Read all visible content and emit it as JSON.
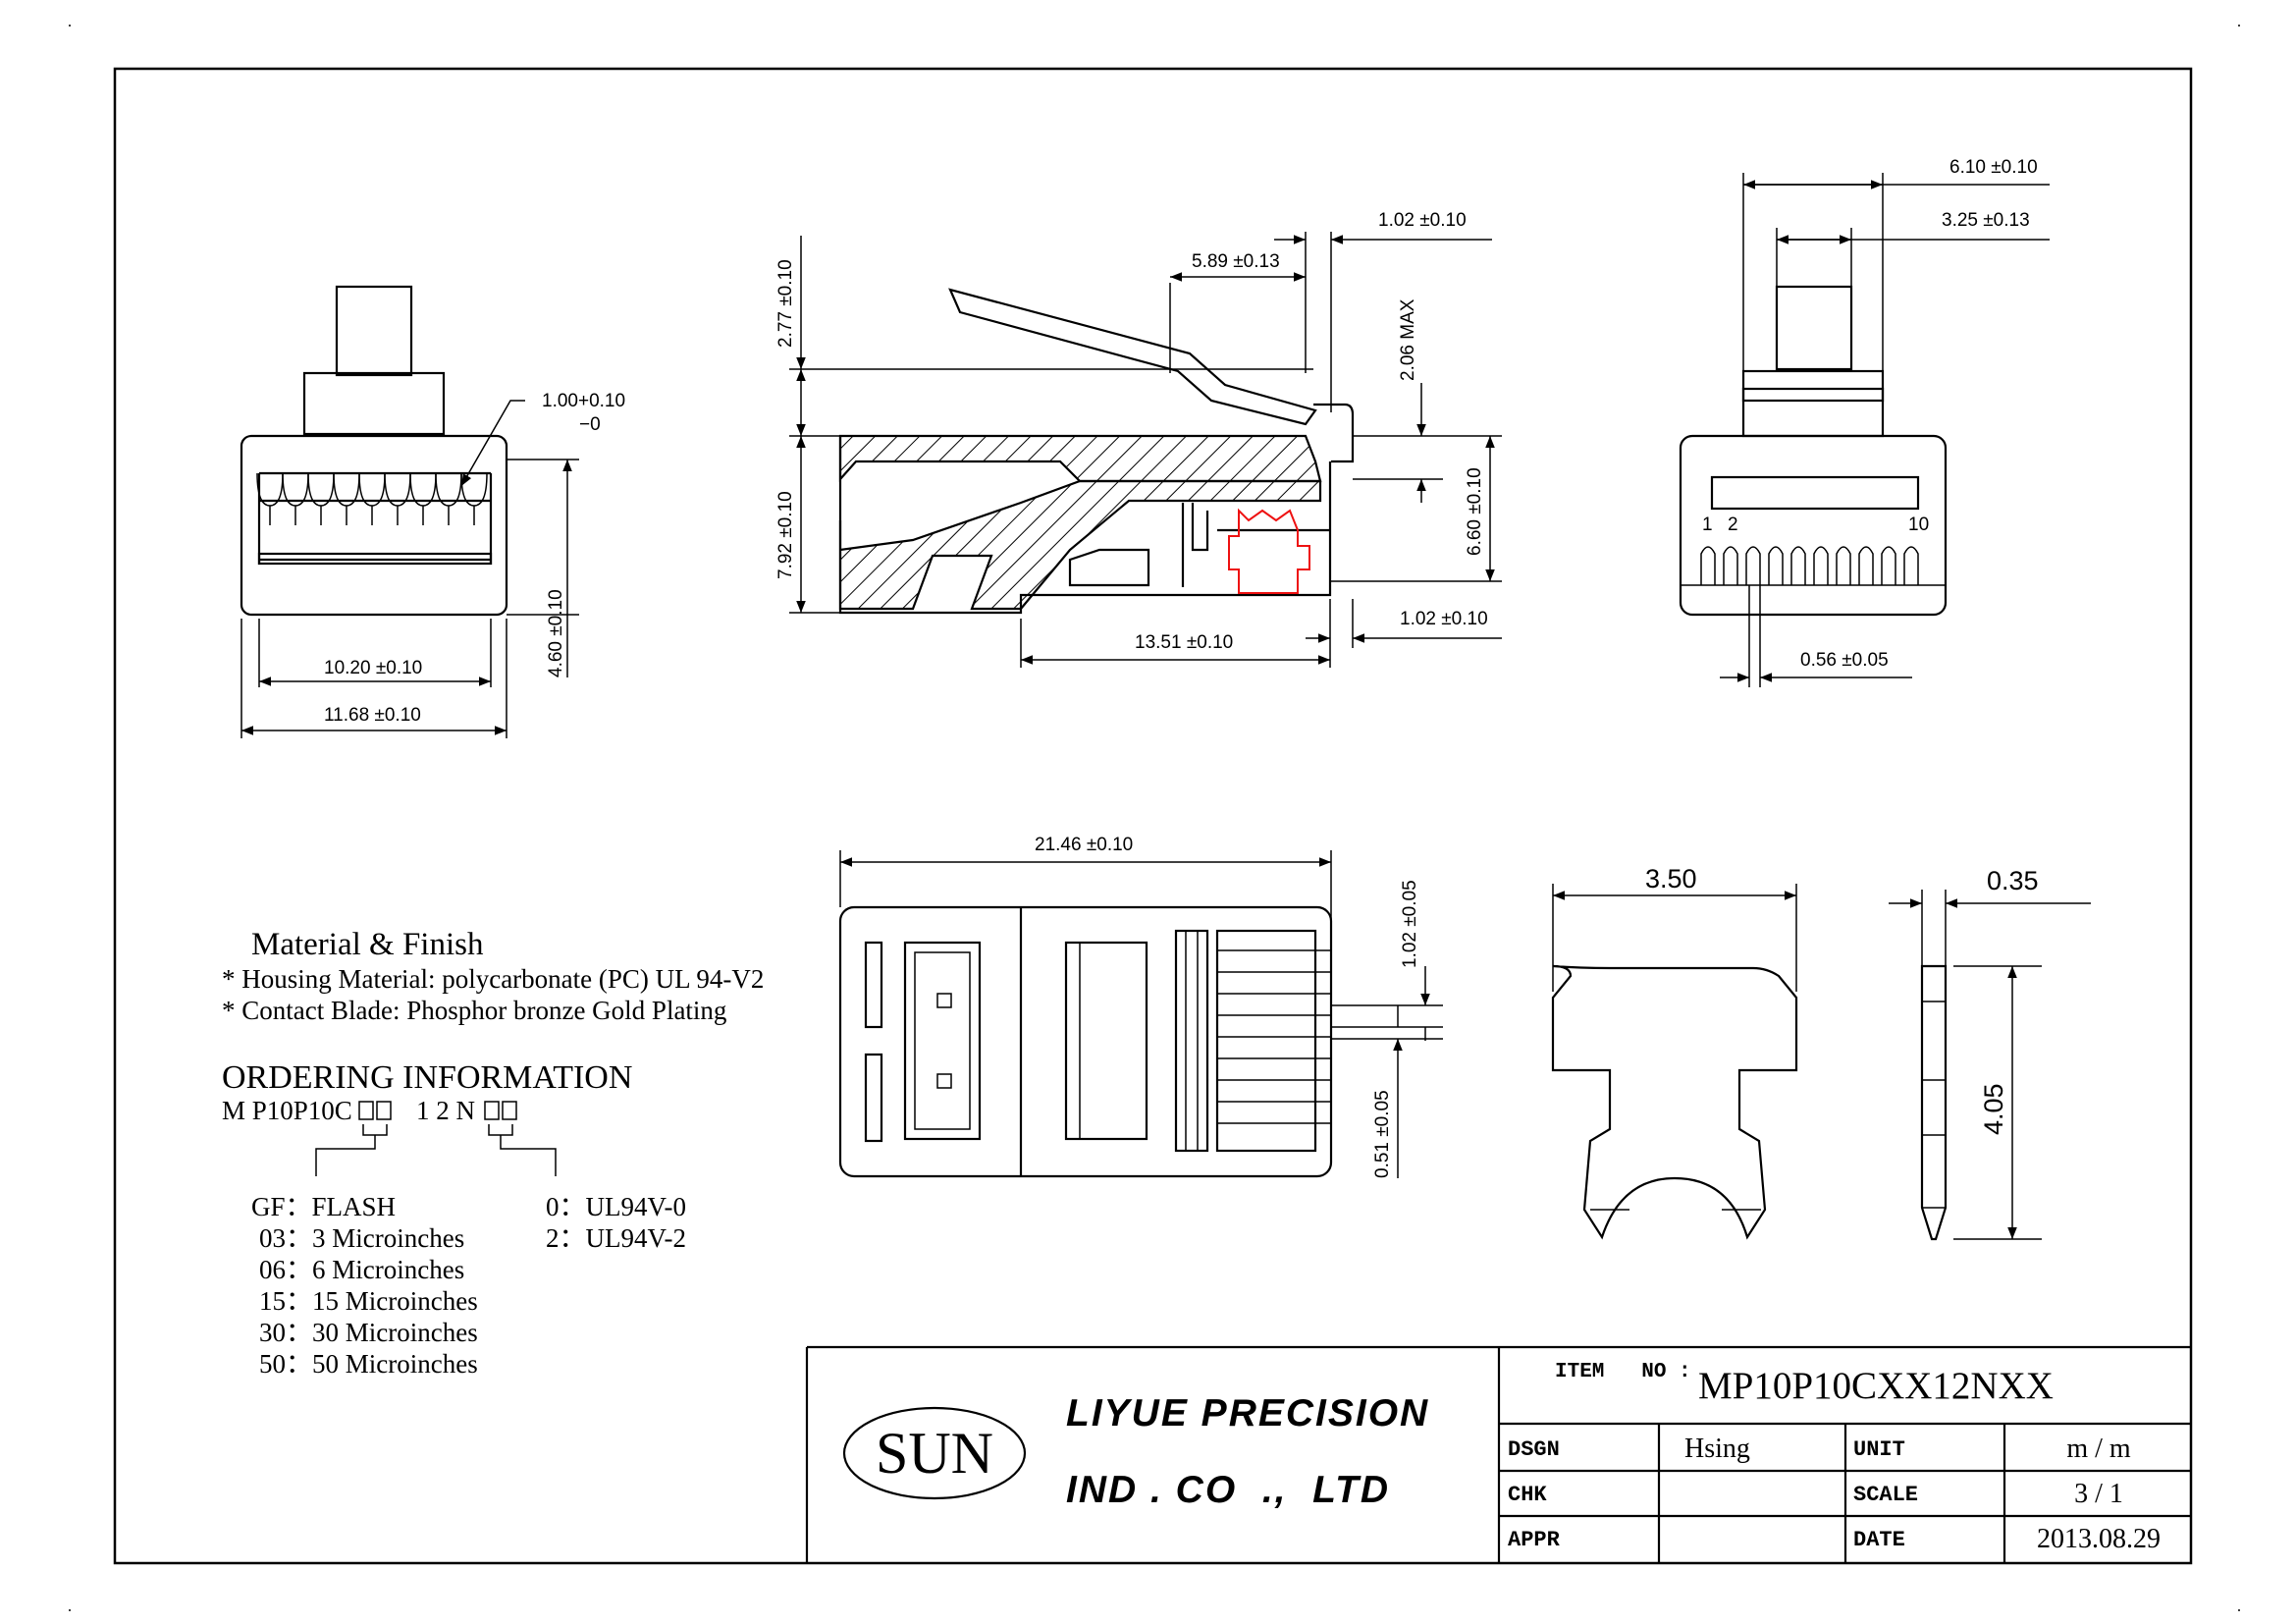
{
  "drawing": {
    "front_view": {
      "dim_pitch": "1.00+0.10",
      "dim_pitch_minus": "−0",
      "dim_inner_width": "10.20 ±0.10",
      "dim_outer_width": "11.68 ±0.10",
      "dim_height": "4.60 ±0.10"
    },
    "side_view": {
      "dim_top_left": "2.77 ±0.10",
      "dim_top_width": "5.89 ±0.13",
      "dim_top_right": "1.02 ±0.10",
      "dim_max": "2.06  MAX",
      "dim_body_height": "7.92 ±0.10",
      "dim_right_height": "6.60 ±0.10",
      "dim_bottom_width": "13.51 ±0.10",
      "dim_bottom_right": "1.02 ±0.10"
    },
    "end_view": {
      "dim_outer": "6.10 ±0.10",
      "dim_inner": "3.25 ±0.13",
      "pin_1": "1",
      "pin_2": "2",
      "pin_10": "10",
      "dim_pin": "0.56 ±0.05"
    },
    "bottom_view": {
      "dim_length": "21.46 ±0.10",
      "dim_upper": "1.02 ±0.05",
      "dim_lower": "0.51 ±0.05"
    },
    "contact_front": {
      "dim_width": "3.50"
    },
    "contact_side": {
      "dim_thickness": "0.35",
      "dim_height": "4.05"
    }
  },
  "material": {
    "heading": "Material & Finish",
    "line1": "* Housing Material: polycarbonate (PC) UL 94-V2",
    "line2": "* Contact Blade: Phosphor bronze Gold Plating"
  },
  "ordering": {
    "heading": "ORDERING INFORMATION",
    "code_prefix": "M P10P10C",
    "code_mid": "1 2 N",
    "plating_options": [
      "GF：FLASH",
      "03：3 Microinches",
      "06：6 Microinches",
      "15：15 Microinches",
      "30：30 Microinches",
      "50：50 Microinches"
    ],
    "flame_options": [
      "0：UL94V-0",
      "2：UL94V-2"
    ]
  },
  "title_block": {
    "logo_text": "SUN",
    "company_line1": "LIYUE PRECISION",
    "company_line2": "IND . CO  .,  LTD",
    "item_label": "ITEM   NO :",
    "item_value": "MP10P10CXX12NXX",
    "dsgn_label": "DSGN",
    "dsgn_value": "Hsing",
    "chk_label": "CHK",
    "chk_value": "",
    "appr_label": "APPR",
    "appr_value": "",
    "unit_label": "UNIT",
    "unit_value": "m / m",
    "scale_label": "SCALE",
    "scale_value": "3 / 1",
    "date_label": "DATE",
    "date_value": "2013.08.29"
  }
}
